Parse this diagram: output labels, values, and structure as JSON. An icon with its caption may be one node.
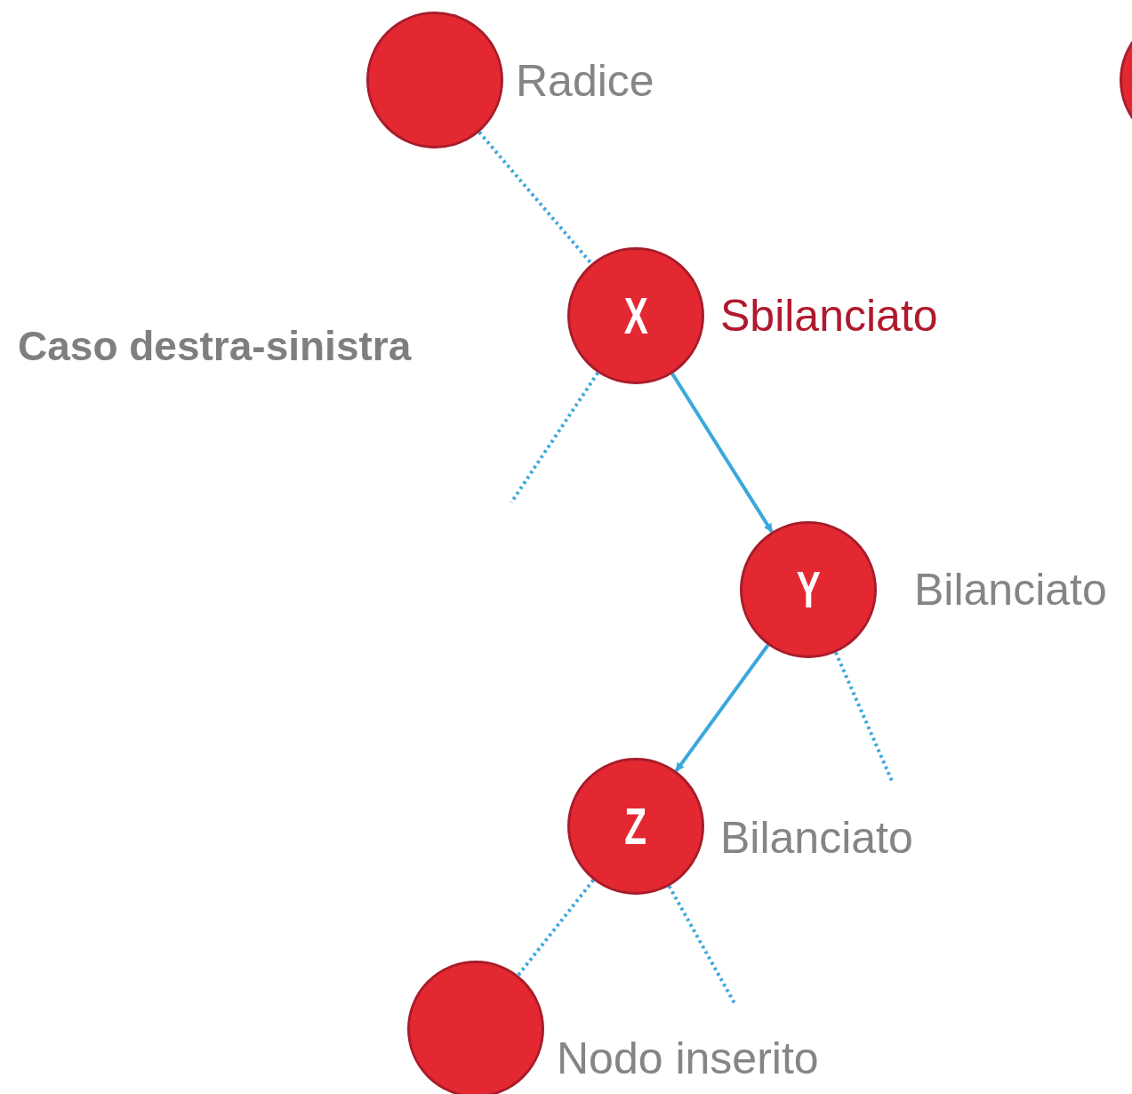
{
  "diagram": {
    "title": "Caso destra-sinistra",
    "nodes": [
      {
        "text": [],
        "shape": "circle",
        "beside": [
          "Radice"
        ]
      },
      {
        "text": [
          "X"
        ],
        "beside": [
          "Sbilanciato"
        ]
      },
      {
        "text": [
          "Y"
        ],
        "beside": [
          "Bilanciato"
        ]
      },
      {
        "text": [
          "Z"
        ],
        "beside": [
          "Bilanciato"
        ]
      },
      {
        "text": [],
        "shape": "circle",
        "beside": [
          "Nodo inserito"
        ]
      },
      {
        "text": [],
        "shape": "circle"
      }
    ],
    "edges": [
      {
        "from": 0,
        "to": 1,
        "arrow": "none",
        "style": "dashed"
      },
      {
        "from": 1,
        "to": 2,
        "arrow": "to"
      },
      {
        "from": 1,
        "to": null,
        "arrow": "none",
        "style": "dashed"
      },
      {
        "from": 2,
        "to": 3,
        "arrow": "to"
      },
      {
        "from": 2,
        "to": null,
        "arrow": "none",
        "style": "dashed"
      },
      {
        "from": 3,
        "to": 4,
        "arrow": "none",
        "style": "dashed"
      },
      {
        "from": 3,
        "to": null,
        "arrow": "none",
        "style": "dashed"
      }
    ]
  }
}
